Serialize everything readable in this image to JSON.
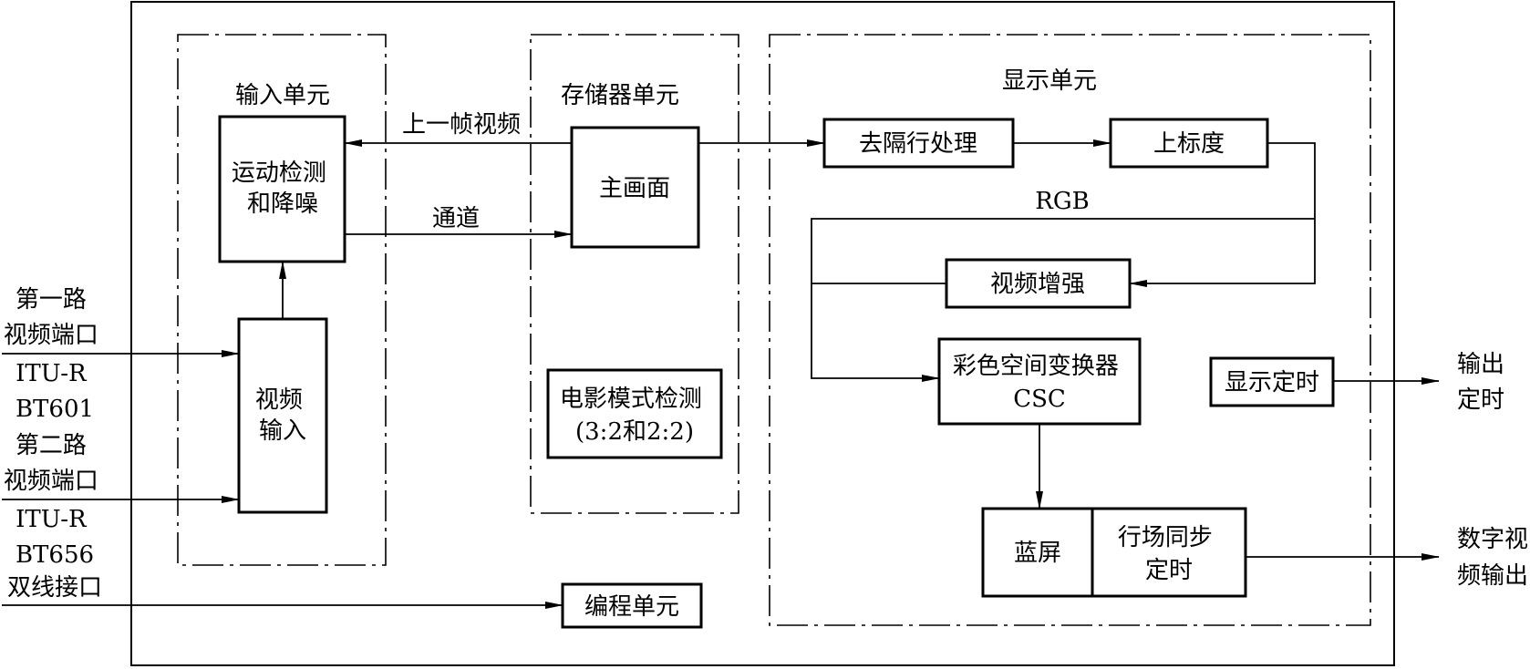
{
  "units": {
    "input": "输入单元",
    "memory": "存储器单元",
    "display": "显示单元"
  },
  "blocks": {
    "motion_detect": [
      "运动检测",
      "和降噪"
    ],
    "video_input": [
      "视频",
      "输入"
    ],
    "main_picture": "主画面",
    "film_mode": [
      "电影模式检测",
      "(3:2和2:2)"
    ],
    "programming": "编程单元",
    "deinterlace": "去隔行处理",
    "upscale": "上标度",
    "video_enhance": "视频增强",
    "csc": [
      "彩色空间变换器",
      "CSC"
    ],
    "display_timing": "显示定时",
    "blue_screen": "蓝屏",
    "sync_timing": [
      "行场同步",
      "定时"
    ]
  },
  "signals": {
    "prev_frame": "上一帧视频",
    "channel": "通道",
    "rgb": "RGB"
  },
  "inputs": {
    "port1": [
      "第一路",
      "视频端口",
      "ITU-R",
      "BT601"
    ],
    "port2": [
      "第二路",
      "视频端口",
      "ITU-R",
      "BT656"
    ],
    "dual_wire": "双线接口"
  },
  "outputs": {
    "timing": [
      "输出",
      "定时"
    ],
    "digital": [
      "数字视",
      "频输出"
    ]
  }
}
